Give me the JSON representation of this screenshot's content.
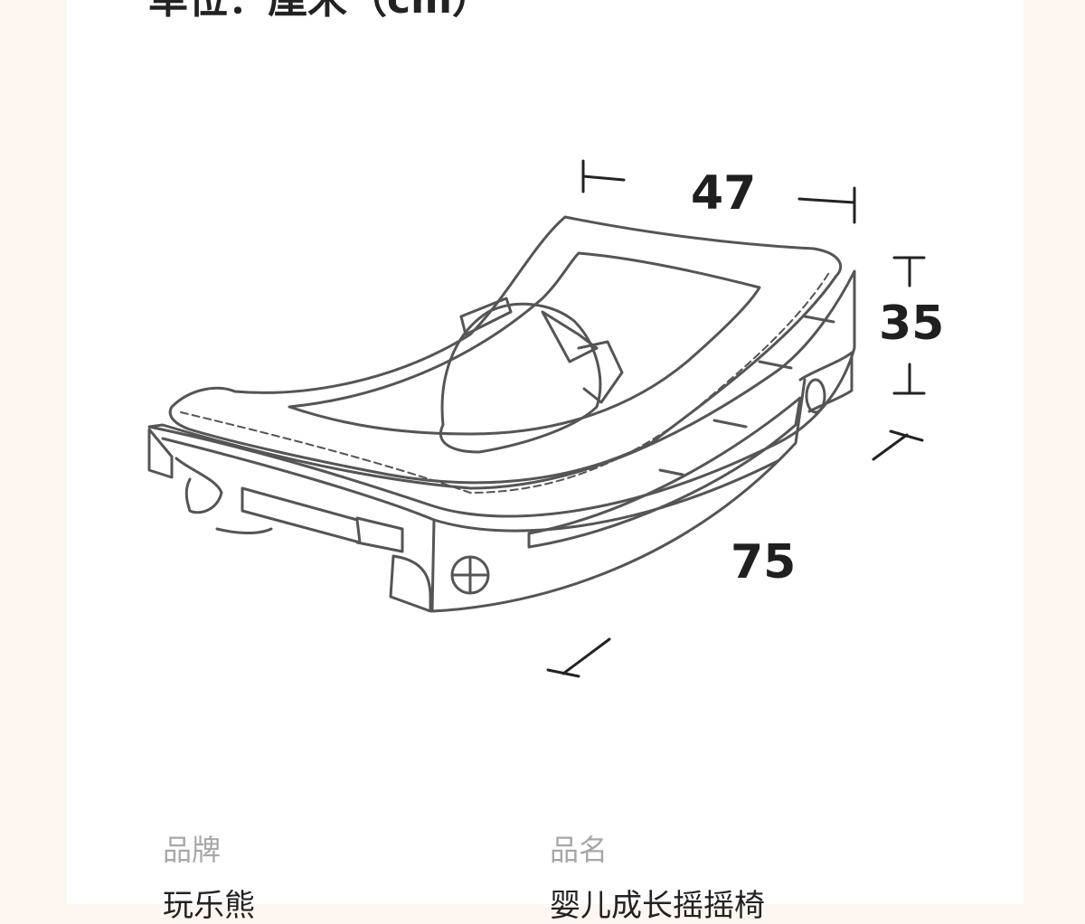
{
  "heading": {
    "unit_text": "单位：厘米（cm）"
  },
  "dimensions": {
    "width": "47",
    "height": "35",
    "length": "75"
  },
  "specs": [
    {
      "label": "品牌",
      "value": "玩乐熊"
    },
    {
      "label": "品名",
      "value": "婴儿成长摇摇椅"
    }
  ]
}
